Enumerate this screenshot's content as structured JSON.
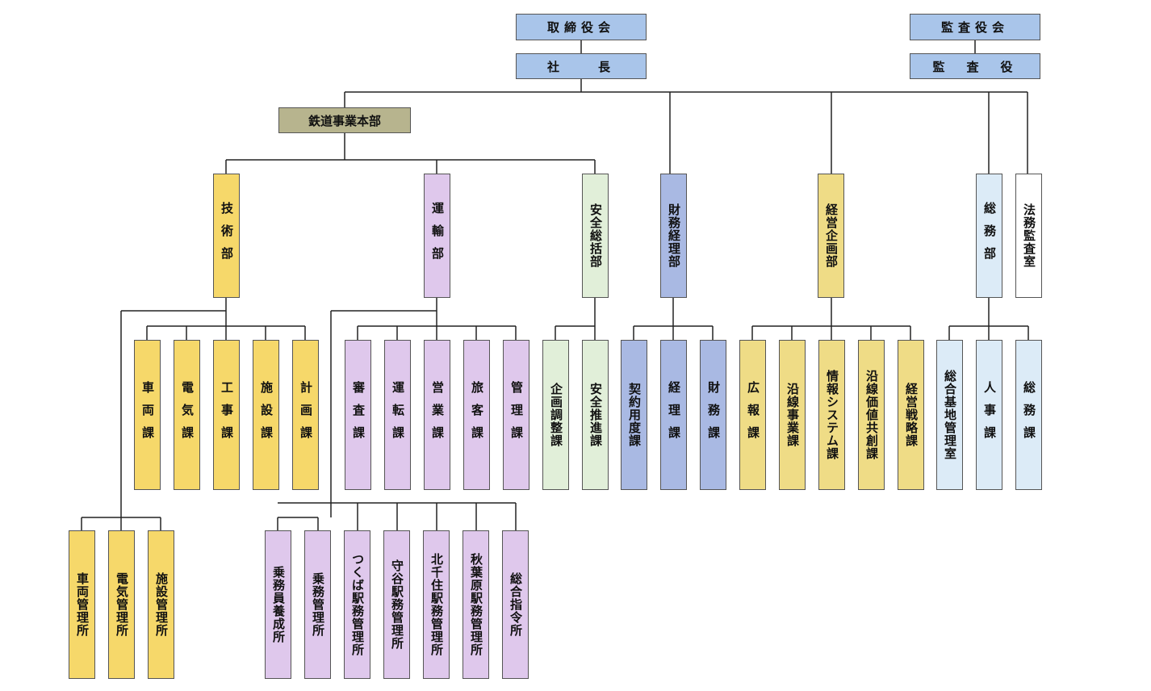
{
  "top": {
    "board_of_directors": "取締役会",
    "president": "社　　長",
    "audit_board": "監査役会",
    "auditor": "監　査　役"
  },
  "railway_hq": "鉄道事業本部",
  "departments": {
    "engineering": "技術部",
    "operations": "運輸部",
    "safety": "安全総括部",
    "finance": "財務経理部",
    "planning": "経営企画部",
    "general_affairs": "総務部",
    "legal_audit": "法務監査室"
  },
  "engineering_sections": [
    "車両課",
    "電気課",
    "工事課",
    "施設課",
    "計画課"
  ],
  "engineering_offices": [
    "車両管理所",
    "電気管理所",
    "施設管理所"
  ],
  "operations_sections": [
    "審査課",
    "運転課",
    "営業課",
    "旅客課",
    "管理課"
  ],
  "operations_offices": [
    "乗務員養成所",
    "乗務管理所",
    "つくば駅務管理所",
    "守谷駅務管理所",
    "北千住駅務管理所",
    "秋葉原駅務管理所",
    "総合指令所"
  ],
  "safety_sections": [
    "企画調整課",
    "安全推進課"
  ],
  "finance_sections": [
    "契約用度課",
    "経理課",
    "財務課"
  ],
  "planning_sections": [
    "広報課",
    "沿線事業課",
    "情報システム課",
    "沿線価値共創課",
    "経営戦略課"
  ],
  "general_sections": [
    "総合基地管理室",
    "人事課",
    "総務課"
  ]
}
